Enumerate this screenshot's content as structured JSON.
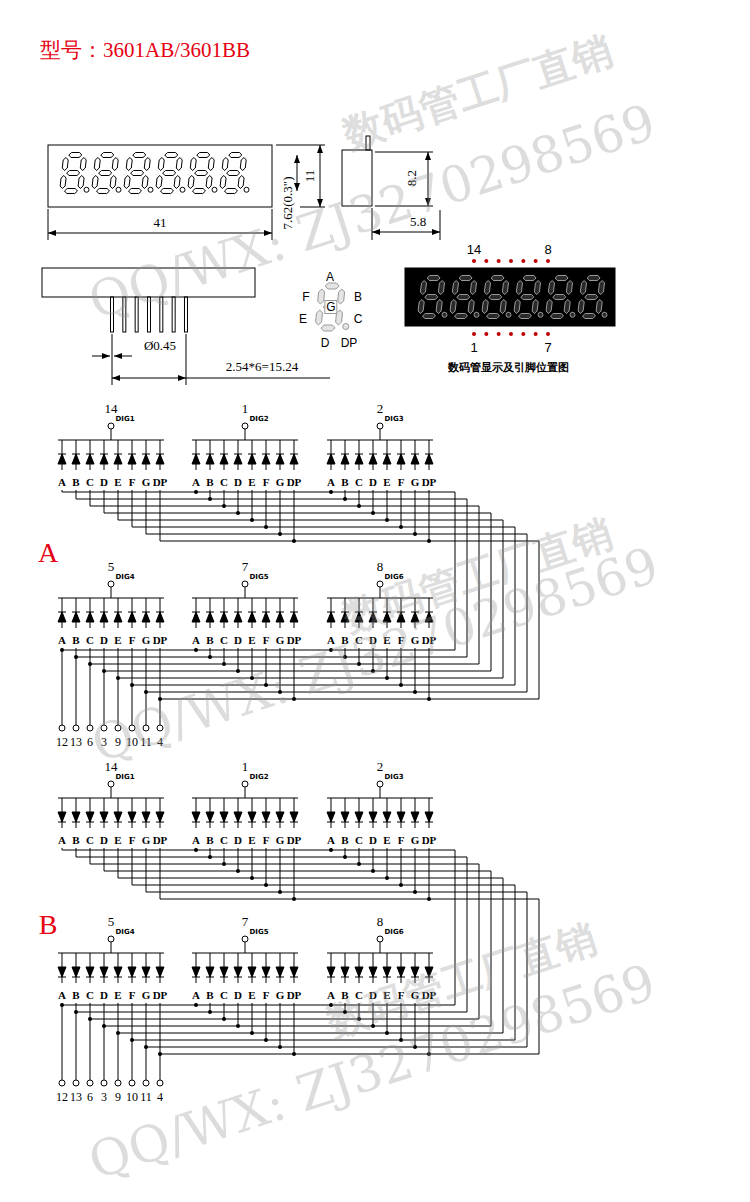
{
  "diagram": {
    "title": "型号：3601AB/3601BB",
    "labels": [
      "41",
      "7.62(0.3\")",
      "11",
      "8.2",
      "5.8",
      "14",
      "8",
      "A",
      "F",
      "G",
      "B",
      "E",
      "C",
      "D",
      "DP",
      "1",
      "7",
      "Ø0.45",
      "2.54*6=15.24",
      "数码管显示及引脚位置图",
      "A",
      "14",
      "DIG1",
      "A",
      "B",
      "C",
      "D",
      "E",
      "F",
      "G",
      "DP",
      "1",
      "DIG2",
      "A",
      "B",
      "C",
      "D",
      "E",
      "F",
      "G",
      "DP",
      "2",
      "DIG3",
      "A",
      "B",
      "C",
      "D",
      "E",
      "F",
      "G",
      "DP",
      "5",
      "DIG4",
      "A",
      "B",
      "C",
      "D",
      "E",
      "F",
      "G",
      "DP",
      "7",
      "DIG5",
      "A",
      "B",
      "C",
      "D",
      "E",
      "F",
      "G",
      "DP",
      "8",
      "DIG6",
      "A",
      "B",
      "C",
      "D",
      "E",
      "F",
      "G",
      "DP",
      "12",
      "13",
      "6",
      "3",
      "9",
      "10",
      "11",
      "4",
      "B",
      "14",
      "DIG1",
      "A",
      "B",
      "C",
      "D",
      "E",
      "F",
      "G",
      "DP",
      "1",
      "DIG2",
      "A",
      "B",
      "C",
      "D",
      "E",
      "F",
      "G",
      "DP",
      "2",
      "DIG3",
      "A",
      "B",
      "C",
      "D",
      "E",
      "F",
      "G",
      "DP",
      "5",
      "DIG4",
      "A",
      "B",
      "C",
      "D",
      "E",
      "F",
      "G",
      "DP",
      "7",
      "DIG5",
      "A",
      "B",
      "C",
      "D",
      "E",
      "F",
      "G",
      "DP",
      "8",
      "DIG6",
      "A",
      "B",
      "C",
      "D",
      "E",
      "F",
      "G",
      "DP",
      "12",
      "13",
      "6",
      "3",
      "9",
      "10",
      "11",
      "4",
      "数码管工厂直销",
      "QQ/WX: ZJ3270298569",
      "数码管工厂直销",
      "QQ/WX: ZJ3270298569",
      "数码管工厂直销",
      "QQ/WX: ZJ3270298569"
    ]
  }
}
